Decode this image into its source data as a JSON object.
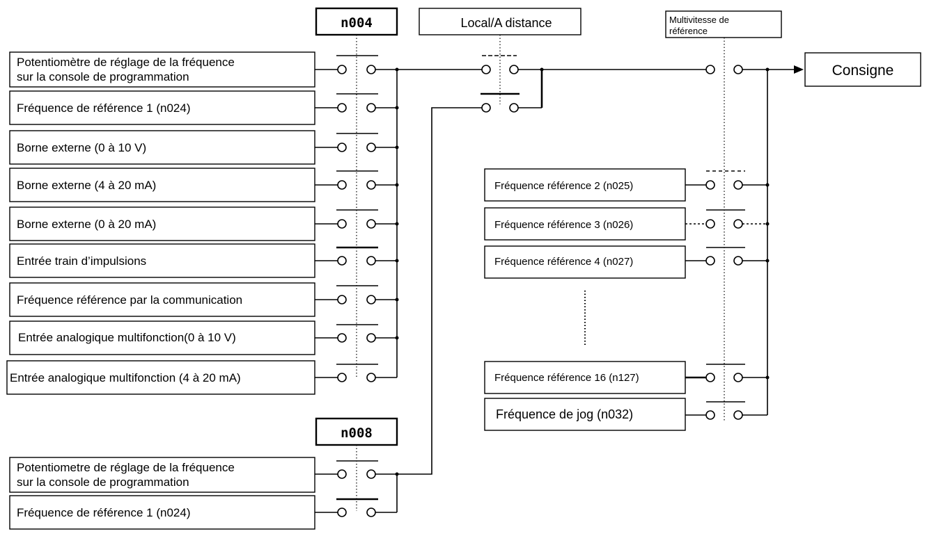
{
  "selectors": {
    "n004": "n004",
    "n008": "n008",
    "local_remote": "Local/A distance",
    "multispeed_line1": "Multivitesse de",
    "multispeed_line2": "référence"
  },
  "output": "Consigne",
  "n004_inputs": [
    {
      "line1": "Potentiomètre de réglage de la fréquence",
      "line2": "sur la console de programmation"
    },
    {
      "line1": "Fréquence de référence 1 (n024)",
      "line2": ""
    },
    {
      "line1": "Borne externe (0 à 10 V)",
      "line2": ""
    },
    {
      "line1": "Borne externe (4 à 20 mA)",
      "line2": ""
    },
    {
      "line1": "Borne externe (0 à 20 mA)",
      "line2": ""
    },
    {
      "line1": "Entrée train d’impulsions",
      "line2": ""
    },
    {
      "line1": "Fréquence référence par la communication",
      "line2": ""
    },
    {
      "line1": "Entrée analogique multifonction(0 à 10 V)",
      "line2": ""
    },
    {
      "line1": "Entrée analogique multifonction (4 à 20 mA)",
      "line2": ""
    }
  ],
  "n008_inputs": [
    {
      "line1": "Potentiometre de réglage de la fréquence",
      "line2": "sur la console de programmation"
    },
    {
      "line1": "Fréquence de référence 1 (n024)",
      "line2": ""
    }
  ],
  "multispeed_inputs": [
    "Fréquence référence 2 (n025)",
    "Fréquence référence 3 (n026)",
    "Fréquence référence 4 (n027)",
    "Fréquence référence 16 (n127)",
    "Fréquence de jog (n032)"
  ]
}
